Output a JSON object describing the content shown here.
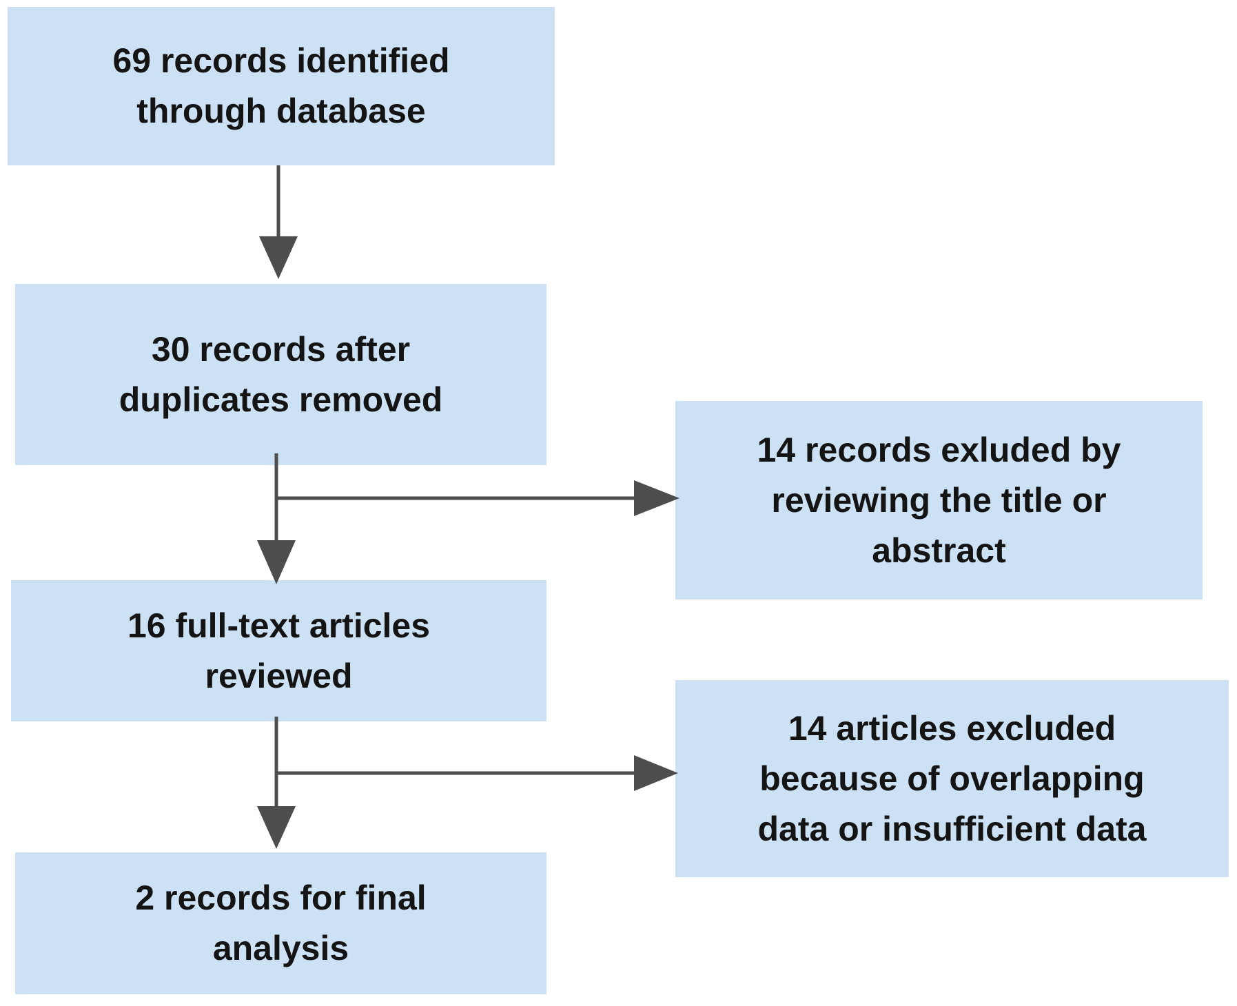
{
  "colors": {
    "background": "#ffffff",
    "box_fill": "#cde1f5",
    "text": "#141414",
    "arrow": "#4d4d4d"
  },
  "nodes": [
    {
      "id": "records-identified",
      "text": "69 records identified\nthrough database"
    },
    {
      "id": "duplicates-removed",
      "text": "30 records after\nduplicates removed"
    },
    {
      "id": "fulltext-reviewed",
      "text": "16 full-text articles\nreviewed"
    },
    {
      "id": "final-analysis",
      "text": "2 records for final\nanalysis"
    },
    {
      "id": "excluded-title-abstract",
      "text": "14 records exluded by\nreviewing the title or\nabstract"
    },
    {
      "id": "excluded-overlapping-data",
      "text": "14 articles excluded\nbecause of overlapping\ndata or insufficient data"
    }
  ]
}
